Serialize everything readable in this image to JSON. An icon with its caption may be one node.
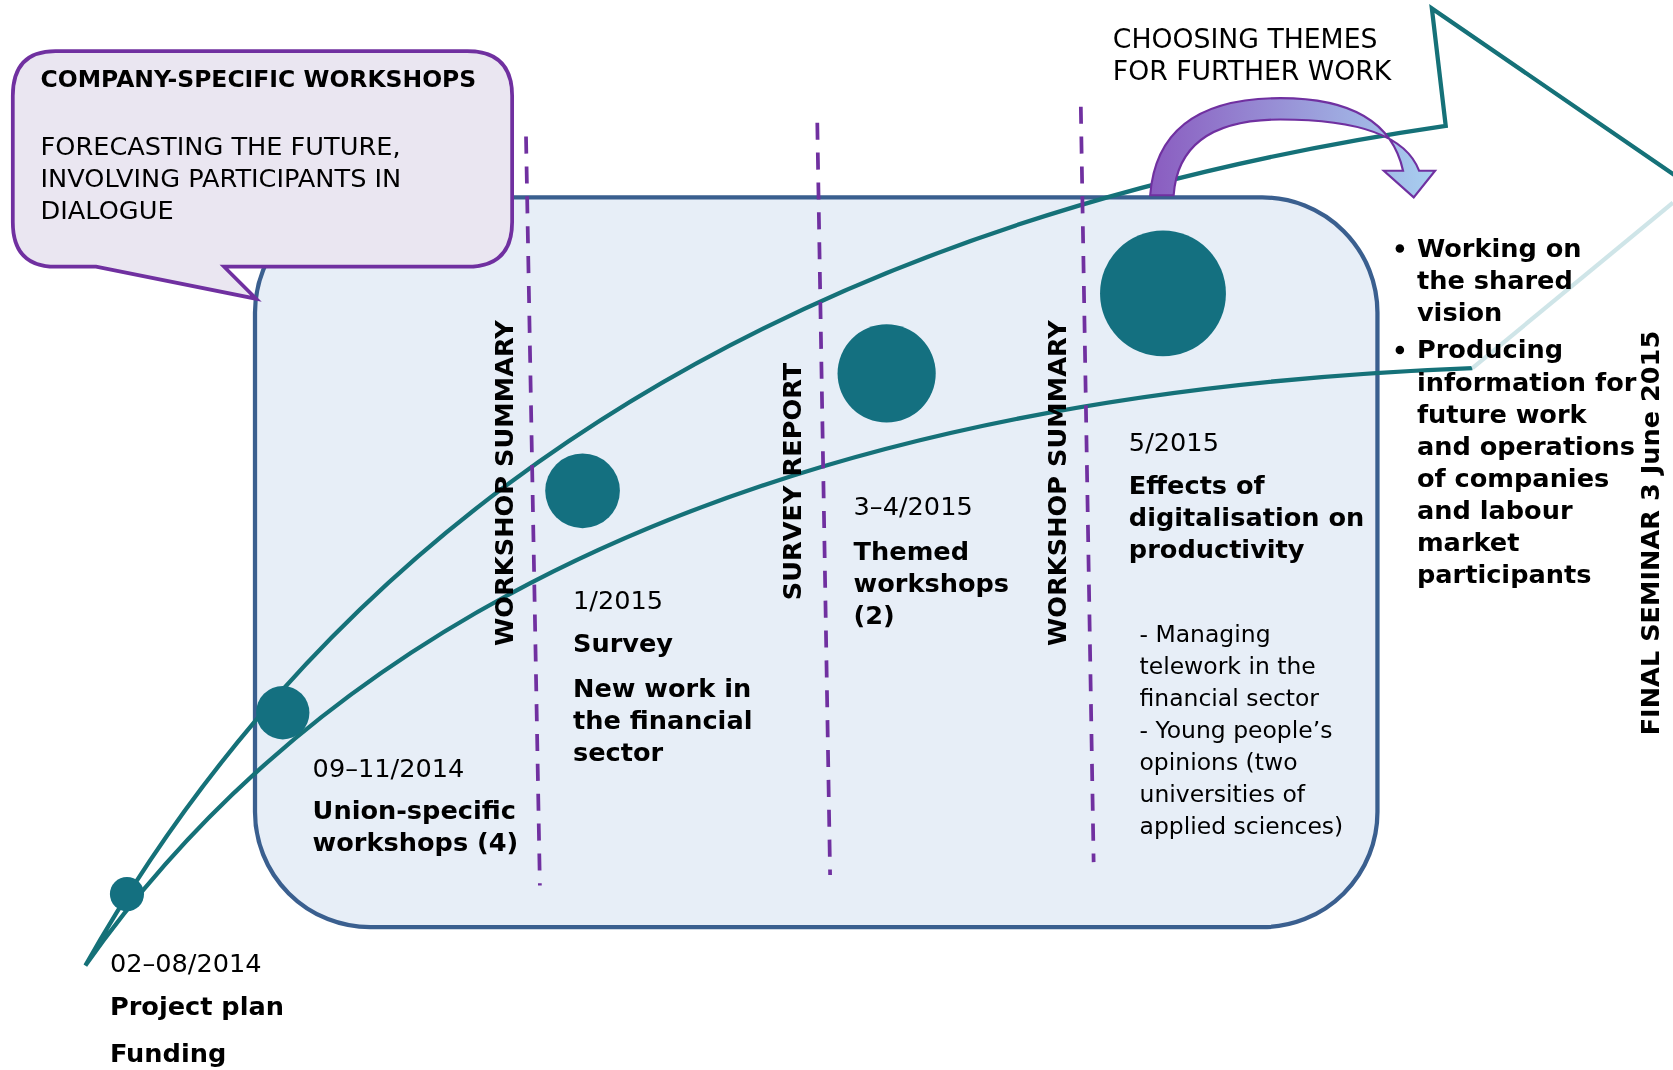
{
  "diagram": {
    "nodes": [
      {
        "text": [
          "COMPANY-SPECIFIC WORKSHOPS",
          "FORECASTING THE FUTURE, INVOLVING PARTICIPANTS IN DIALOGUE"
        ]
      },
      {
        "text": [],
        "shape": "box"
      },
      {
        "text": [],
        "shape": "circle"
      },
      {
        "text": [],
        "shape": "circle",
        "in": 1
      },
      {
        "text": [],
        "shape": "circle",
        "in": 1
      },
      {
        "text": [],
        "shape": "circle",
        "in": 1
      },
      {
        "text": [],
        "shape": "circle",
        "in": 1
      }
    ],
    "labels": [
      "CHOOSING THEMES FOR FURTHER WORK",
      "WORKSHOP SUMMARY",
      "SURVEY REPORT",
      "WORKSHOP SUMMARY",
      "5/2015",
      "Effects of digitalisation on productivity",
      "Working on the shared vision",
      "Producing information for future work and operations of companies and labour market participants",
      "3–4/2015",
      "Themed workshops (2)",
      "1/2015",
      "Survey",
      "New work in the financial sector",
      "- Managing telework in the financial sector",
      "- Young people’s opinions (two universities of applied sciences)",
      "09–11/2014",
      "Union-specific workshops (4)",
      "02–08/2014",
      "Project plan",
      "Funding",
      "FINAL SEMINAR 3 June 2015"
    ]
  }
}
